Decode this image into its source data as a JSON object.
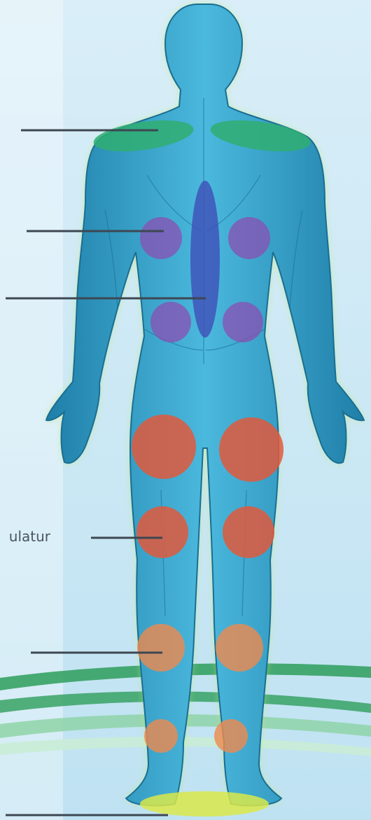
{
  "figure": {
    "colors": {
      "background_top": "#d9eef8",
      "background_bottom": "#bfe2f2",
      "body_fill": "#3aa6cf",
      "body_shade": "#1f7fa8",
      "body_glow": "#b9e86a",
      "swoosh_dark": "#2e9e5b",
      "swoosh_light": "#8fd3a8",
      "leader_line": "#3d4752"
    },
    "zones": [
      {
        "id": "neck-shoulder",
        "color": "#2fae72",
        "opacity": 0.85
      },
      {
        "id": "upper-back",
        "color": "#8a4fb3",
        "opacity": 0.75
      },
      {
        "id": "spine",
        "color": "#3f4fb8",
        "opacity": 0.8
      },
      {
        "id": "lower-back",
        "color": "#8a4fb3",
        "opacity": 0.75
      },
      {
        "id": "buttocks",
        "color": "#e0593c",
        "opacity": 0.85
      },
      {
        "id": "thigh",
        "color": "#e0593c",
        "opacity": 0.85
      },
      {
        "id": "calf",
        "color": "#ef8a4e",
        "opacity": 0.8
      },
      {
        "id": "ankle",
        "color": "#ef8a4e",
        "opacity": 0.8
      },
      {
        "id": "feet",
        "color": "#d9e84a",
        "opacity": 0.85
      }
    ],
    "labels": [
      {
        "id": "neck-shoulder",
        "text": ""
      },
      {
        "id": "upper-back",
        "text": ""
      },
      {
        "id": "spine",
        "text": ""
      },
      {
        "id": "thigh",
        "text": "ulatur"
      },
      {
        "id": "calf",
        "text": ""
      },
      {
        "id": "feet",
        "text": ""
      }
    ]
  }
}
